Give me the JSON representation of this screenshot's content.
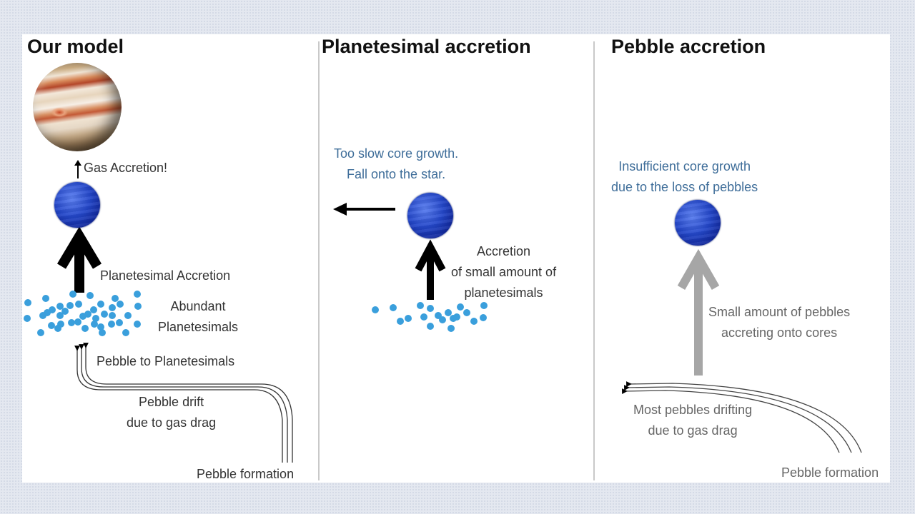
{
  "panels": [
    {
      "title": "Our model",
      "labels": {
        "gas_accretion": "Gas Accretion!",
        "planetesimal_accretion": "Planetesimal Accretion",
        "abundant_1": "Abundant",
        "abundant_2": "Planetesimals",
        "pebble_to_planetesimals": "Pebble to Planetesimals",
        "drift_1": "Pebble drift",
        "drift_2": "due to gas drag",
        "pebble_formation": "Pebble formation"
      }
    },
    {
      "title": "Planetesimal accretion",
      "labels": {
        "outcome_1": "Too slow core growth.",
        "outcome_2": "Fall onto the star.",
        "accretion_1": "Accretion",
        "accretion_2": "of small amount of",
        "accretion_3": "planetesimals"
      }
    },
    {
      "title": "Pebble accretion",
      "labels": {
        "outcome_1": "Insufficient core growth",
        "outcome_2": "due to the loss of pebbles",
        "small_1": "Small amount of pebbles",
        "small_2": "accreting onto cores",
        "drift_1": "Most pebbles drifting",
        "drift_2": "due to gas drag",
        "pebble_formation": "Pebble formation"
      }
    }
  ],
  "colors": {
    "outcome_text": "#3e6d99",
    "planetesimal_dot": "#3a9fdc",
    "core_planet": "#1f3fc0",
    "grey_arrow": "#a6a6a6",
    "black_arrow": "#000000"
  }
}
